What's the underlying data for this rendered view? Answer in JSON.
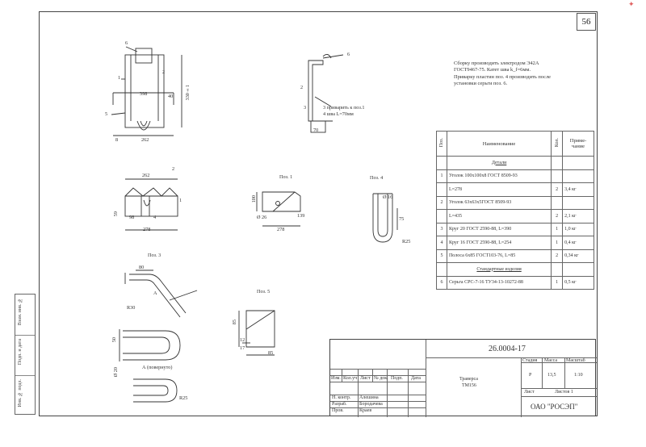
{
  "page_number": "56",
  "notes": [
    "Сборку производить электродом Э42А",
    "ГОСТ9467-75. Катет шва k_f=6мм.",
    "Приварку пластин поз. 4 производить после",
    "установки серьги поз. 6."
  ],
  "spec": {
    "headers": {
      "pos": "Поз.",
      "name": "Наименование",
      "qty": "Кол.",
      "note": "Приме-чание"
    },
    "rows": [
      {
        "type": "section",
        "name": "Детали"
      },
      {
        "pos": "1",
        "name": "Уголок 100х100х8 ГОСТ 8509-93",
        "qty": "",
        "note": ""
      },
      {
        "pos": "",
        "name": "L=278",
        "qty": "2",
        "note": "3,4 кг"
      },
      {
        "pos": "2",
        "name": "Уголок 63х63х5ГОСТ 8509-93",
        "qty": "",
        "note": ""
      },
      {
        "pos": "",
        "name": "L=435",
        "qty": "2",
        "note": "2,1 кг"
      },
      {
        "pos": "3",
        "name": "Круг 20 ГОСТ 2590-88, L=390",
        "qty": "1",
        "note": "1,0 кг"
      },
      {
        "pos": "4",
        "name": "Круг 16 ГОСТ 2590-88, L=254",
        "qty": "1",
        "note": "0,4 кг"
      },
      {
        "pos": "5",
        "name": "Полоса 6х85 ГОСТ103-76, L=85",
        "qty": "2",
        "note": "0,34 кг"
      },
      {
        "type": "section",
        "name": "Стандартные изделия"
      },
      {
        "pos": "6",
        "name": "Серьга СРС-7-16 ТУ34-13-10272-88",
        "qty": "1",
        "note": "0,5 кг"
      }
    ]
  },
  "title_block": {
    "doc_number": "26.0004-17",
    "title_line1": "Траверса",
    "title_line2": "ТМ156",
    "col_stage": "Стадия",
    "col_mass": "Масса",
    "col_scale": "Масштаб",
    "stage": "Р",
    "mass": "13,5",
    "scale": "1:10",
    "sheet_label": "Лист",
    "sheets_label": "Листов 1",
    "company": "ОАО \"РОСЭП\"",
    "rev_headers": [
      "Изм.",
      "Кол.уч",
      "Лист",
      "№ док.",
      "Подп.",
      "Дата"
    ],
    "roles": [
      "Н. контр.",
      "Разраб.",
      "Пров."
    ],
    "names": [
      "Алешина",
      "Бородачева",
      "Краев"
    ]
  },
  "side_strip": [
    "Взам. инв. №",
    "Подп. и дата",
    "Инв. № подл."
  ],
  "views": {
    "pos1": "Поз. 1",
    "pos3": "Поз. 3",
    "pos4": "Поз. 4",
    "pos5": "Поз. 5",
    "weld_note1": "3 приварить к поз.1",
    "weld_note2": "4 шва L=70мм",
    "view_a": "А (повернуто)"
  },
  "dims": {
    "d_262a": "262",
    "d_262b": "262",
    "d_330": "330±1",
    "d_40": "40",
    "d_8": "8",
    "d_398": "398",
    "d_100": "100",
    "d_26": "Ø 26",
    "d_139": "139",
    "d_278a": "278",
    "d_278b": "278",
    "d_16": "Ø 16",
    "d_75": "75",
    "d_r25a": "R25",
    "d_r25b": "R25",
    "d_80": "80",
    "d_r30": "R30",
    "d_50": "50",
    "d_20": "Ø 20",
    "d_85a": "85",
    "d_85b": "85",
    "d_12": "12",
    "d_17": "17",
    "d_70": "70",
    "d_59": "59",
    "d_98": "98",
    "c1": "1",
    "c2": "2",
    "c3": "3",
    "c4": "4",
    "c5": "5",
    "c6": "6",
    "c6b": "6",
    "c2b": "2",
    "c1b": "1",
    "c2c": "2",
    "cA": "А"
  }
}
